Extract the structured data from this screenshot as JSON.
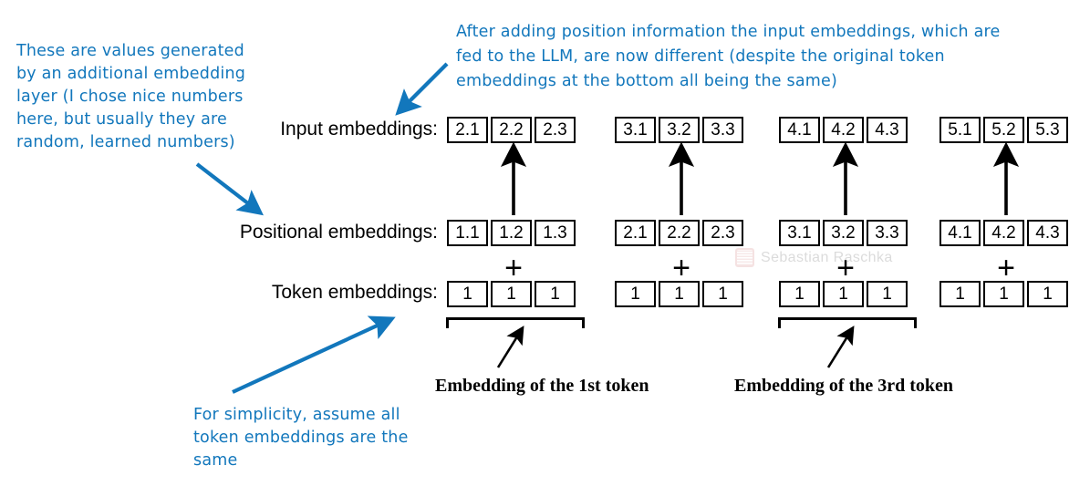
{
  "annotations": {
    "left": "These are values generated by an additional embedding layer (I chose nice numbers here, but usually they are random, learned numbers)",
    "top": "After adding position information the input embeddings, which are fed to the LLM, are now different (despite the original token embeddings at the bottom all being the same)",
    "bottom": "For simplicity, assume all token embeddings are the same"
  },
  "rows": {
    "input": {
      "label": "Input embeddings:",
      "groups": [
        [
          "2.1",
          "2.2",
          "2.3"
        ],
        [
          "3.1",
          "3.2",
          "3.3"
        ],
        [
          "4.1",
          "4.2",
          "4.3"
        ],
        [
          "5.1",
          "5.2",
          "5.3"
        ]
      ]
    },
    "positional": {
      "label": "Positional embeddings:",
      "groups": [
        [
          "1.1",
          "1.2",
          "1.3"
        ],
        [
          "2.1",
          "2.2",
          "2.3"
        ],
        [
          "3.1",
          "3.2",
          "3.3"
        ],
        [
          "4.1",
          "4.2",
          "4.3"
        ]
      ]
    },
    "token": {
      "label": "Token embeddings:",
      "groups": [
        [
          "1",
          "1",
          "1"
        ],
        [
          "1",
          "1",
          "1"
        ],
        [
          "1",
          "1",
          "1"
        ],
        [
          "1",
          "1",
          "1"
        ]
      ]
    }
  },
  "operators": {
    "plus": "+"
  },
  "captions": {
    "first_token": "Embedding of the 1st token",
    "third_token": "Embedding of the 3rd token"
  },
  "watermark": {
    "text": "Sebastian Raschka"
  },
  "colors": {
    "annotation_blue": "#1277bc",
    "ink_black": "#000000",
    "background": "#ffffff",
    "watermark_gray": "#8c8c8c"
  }
}
